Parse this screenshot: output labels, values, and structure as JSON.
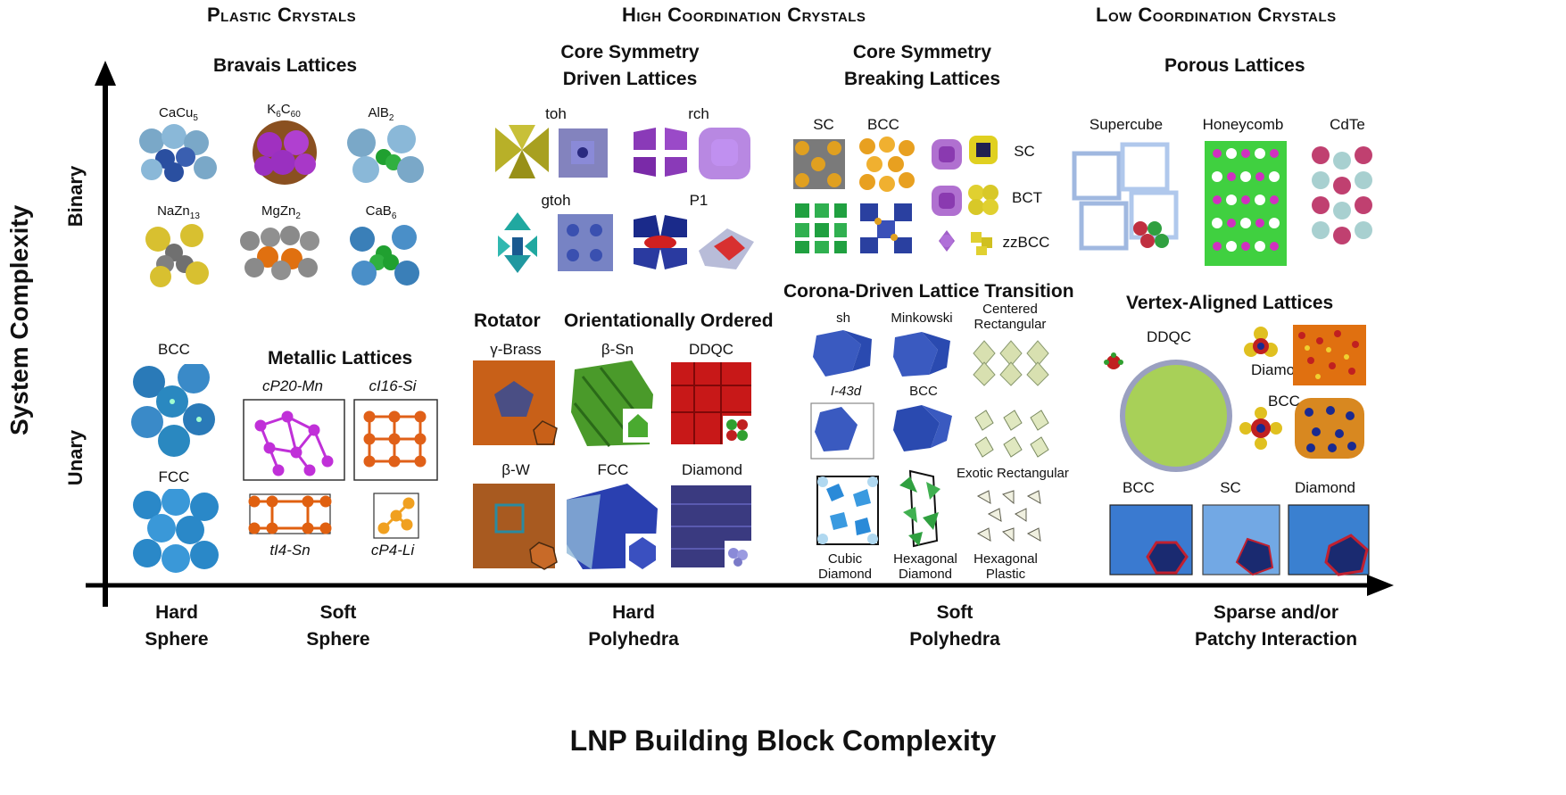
{
  "categories": {
    "plastic": "Plastic Crystals",
    "high": "High Coordination Crystals",
    "low": "Low Coordination Crystals"
  },
  "axes": {
    "y_title": "System Complexity",
    "y_binary": "Binary",
    "y_unary": "Unary",
    "x_title": "LNP Building Block Complexity",
    "x_ticks": [
      {
        "l1": "Hard",
        "l2": "Sphere"
      },
      {
        "l1": "Soft",
        "l2": "Sphere"
      },
      {
        "l1": "Hard",
        "l2": "Polyhedra"
      },
      {
        "l1": "Soft",
        "l2": "Polyhedra"
      },
      {
        "l1": "Sparse and/or",
        "l2": "Patchy Interaction"
      }
    ]
  },
  "groups": {
    "bravais": "Bravais Lattices",
    "core_sym_l1": "Core Symmetry",
    "core_sym_l2": "Driven Lattices",
    "core_break_l1": "Core Symmetry",
    "core_break_l2": "Breaking Lattices",
    "porous": "Porous Lattices",
    "metallic": "Metallic Lattices",
    "rotator": "Rotator",
    "orient": "Orientationally Ordered",
    "corona": "Corona-Driven Lattice Transition",
    "vertex": "Vertex-Aligned Lattices"
  },
  "bravais_items": [
    {
      "main": "CaCu",
      "sub": "5"
    },
    {
      "main": "K",
      "sub": "6",
      "main2": "C",
      "sub2": "60"
    },
    {
      "main": "AlB",
      "sub": "2"
    },
    {
      "main": "NaZn",
      "sub": "13"
    },
    {
      "main": "MgZn",
      "sub": "2"
    },
    {
      "main": "CaB",
      "sub": "6"
    }
  ],
  "core_sym_items": [
    "toh",
    "rch",
    "gtoh",
    "P1"
  ],
  "core_break_items": [
    "SC",
    "BCC",
    "SC",
    "BCT",
    "zzBCC"
  ],
  "porous_items": [
    "Supercube",
    "Honeycomb",
    "CdTe"
  ],
  "hard_sphere_items": [
    "BCC",
    "FCC"
  ],
  "metallic_items": [
    "cP20-Mn",
    "cI16-Si",
    "tI4-Sn",
    "cP4-Li"
  ],
  "rotator_items": [
    "γ-Brass",
    "β-W"
  ],
  "orient_items": [
    "β-Sn",
    "DDQC",
    "FCC",
    "Diamond"
  ],
  "corona_items": [
    {
      "l1": "sh"
    },
    {
      "l1": "Minkowski"
    },
    {
      "l1": "Centered",
      "l2": "Rectangular"
    },
    {
      "l1": "I-43d"
    },
    {
      "l1": "BCC"
    },
    {
      "l1": "Exotic Rectangular"
    },
    {
      "l1": "Cubic",
      "l2": "Diamond"
    },
    {
      "l1": "Hexagonal",
      "l2": "Diamond"
    },
    {
      "l1": "Hexagonal",
      "l2": "Plastic"
    }
  ],
  "vertex_items": [
    "DDQC",
    "Diamond",
    "BCC",
    "BCC",
    "SC",
    "Diamond"
  ],
  "colors": {
    "blue_sphere": "#3a7fc4",
    "purple": "#9b3fd0",
    "orange": "#e06a10",
    "green": "#3a9a2a",
    "red": "#c8202a",
    "navy": "#2a3f9a",
    "yellow": "#d4c020"
  }
}
